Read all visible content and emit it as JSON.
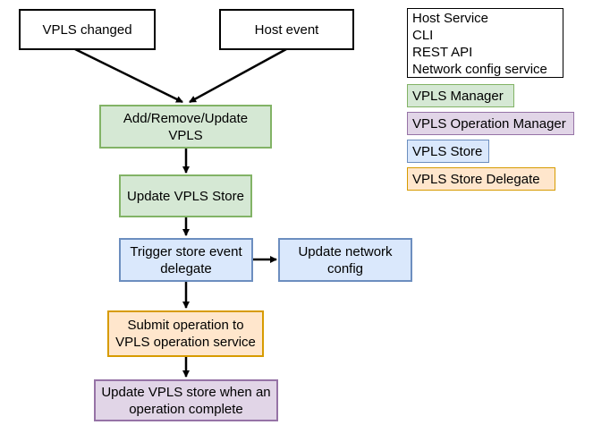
{
  "nodes": {
    "vpls_changed": "VPLS changed",
    "host_event": "Host event",
    "add_remove_update": [
      "Add/Remove/Update",
      "VPLS"
    ],
    "update_store": "Update VPLS Store",
    "trigger_event": [
      "Trigger store event",
      "delegate"
    ],
    "update_network": [
      "Update network",
      "config"
    ],
    "submit_operation": [
      "Submit operation to",
      "VPLS operation service"
    ],
    "update_when_complete": [
      "Update VPLS store when an",
      "operation complete"
    ]
  },
  "legend": {
    "host_service_lines": [
      "Host Service",
      "CLI",
      "REST API",
      "Network config service"
    ],
    "vpls_manager": "VPLS Manager",
    "vpls_operation_manager": "VPLS Operation Manager",
    "vpls_store": "VPLS Store",
    "vpls_store_delegate": "VPLS Store Delegate"
  },
  "colors": {
    "green_fill": "#d5e8d4",
    "green_stroke": "#82b366",
    "blue_fill": "#dae8fc",
    "blue_stroke": "#6c8ebf",
    "orange_fill": "#ffe6cc",
    "orange_stroke": "#d79b00",
    "purple_fill": "#e1d5e7",
    "purple_stroke": "#9673a6"
  }
}
